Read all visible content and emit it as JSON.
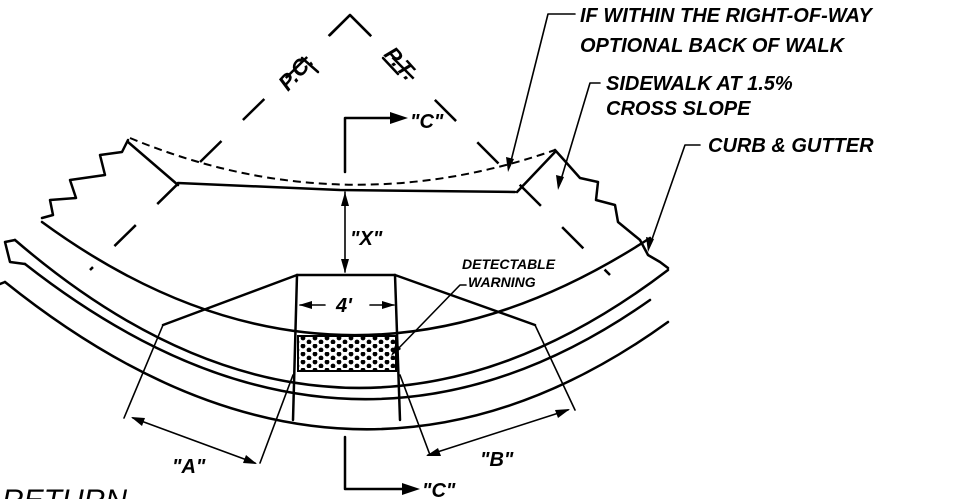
{
  "labels": {
    "pc": "P.C.",
    "pt": "P.T.",
    "back_of_walk_line1": "IF WITHIN THE RIGHT-OF-WAY",
    "back_of_walk_line2": "OPTIONAL BACK OF WALK",
    "sidewalk_line1": "SIDEWALK AT 1.5%",
    "sidewalk_line2": "CROSS SLOPE",
    "curb_gutter": "CURB & GUTTER",
    "section_top": "\"C\"",
    "section_bottom": "\"C\"",
    "dim_x": "\"X\"",
    "dim_4ft": "4'",
    "detectable_line1": "DETECTABLE",
    "detectable_line2": "WARNING",
    "dim_a": "\"A\"",
    "dim_b": "\"B\"",
    "partial_title": "RETURN"
  }
}
